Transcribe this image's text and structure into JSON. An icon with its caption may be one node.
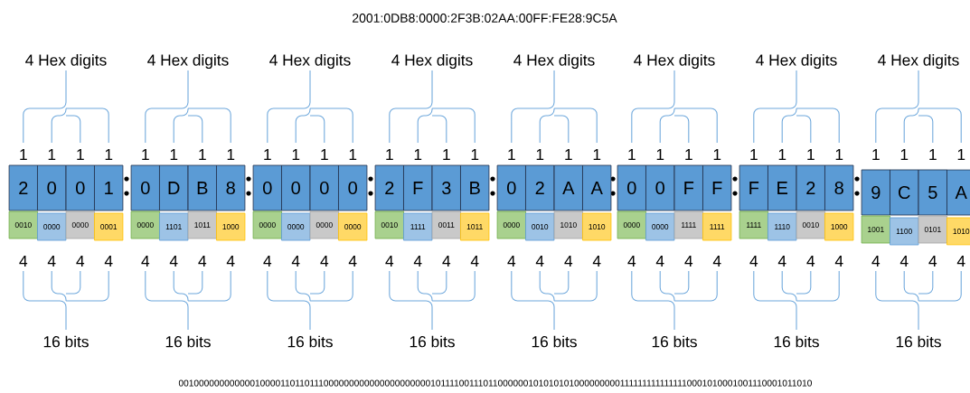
{
  "diagram": {
    "title": "2001:0DB8:0000:2F3B:02AA:00FF:FE28:9C5A",
    "nodes": [
      {
        "text": [
          "2"
        ]
      },
      {
        "text": [
          "0"
        ]
      },
      {
        "text": [
          "0"
        ]
      },
      {
        "text": [
          "1"
        ]
      },
      {
        "text": [
          "0010"
        ]
      },
      {
        "text": [
          "0000"
        ]
      },
      {
        "text": [
          "0000"
        ]
      },
      {
        "text": [
          "0001"
        ]
      },
      {
        "text": [
          "0"
        ]
      },
      {
        "text": [
          "D"
        ]
      },
      {
        "text": [
          "B"
        ]
      },
      {
        "text": [
          "8"
        ]
      },
      {
        "text": [
          "0000"
        ]
      },
      {
        "text": [
          "1101"
        ]
      },
      {
        "text": [
          "1011"
        ]
      },
      {
        "text": [
          "1000"
        ]
      },
      {
        "text": [
          "0"
        ]
      },
      {
        "text": [
          "0"
        ]
      },
      {
        "text": [
          "0"
        ]
      },
      {
        "text": [
          "0"
        ]
      },
      {
        "text": [
          "0000"
        ]
      },
      {
        "text": [
          "0000"
        ]
      },
      {
        "text": [
          "0000"
        ]
      },
      {
        "text": [
          "0000"
        ]
      },
      {
        "text": [
          "2"
        ]
      },
      {
        "text": [
          "F"
        ]
      },
      {
        "text": [
          "3"
        ]
      },
      {
        "text": [
          "B"
        ]
      },
      {
        "text": [
          "0010"
        ]
      },
      {
        "text": [
          "1111"
        ]
      },
      {
        "text": [
          "0011"
        ]
      },
      {
        "text": [
          "1011"
        ]
      },
      {
        "text": [
          "0"
        ]
      },
      {
        "text": [
          "2"
        ]
      },
      {
        "text": [
          "A"
        ]
      },
      {
        "text": [
          "A"
        ]
      },
      {
        "text": [
          "0000"
        ]
      },
      {
        "text": [
          "0010"
        ]
      },
      {
        "text": [
          "1010"
        ]
      },
      {
        "text": [
          "1010"
        ]
      },
      {
        "text": [
          "0"
        ]
      },
      {
        "text": [
          "0"
        ]
      },
      {
        "text": [
          "F"
        ]
      },
      {
        "text": [
          "F"
        ]
      },
      {
        "text": [
          "0000"
        ]
      },
      {
        "text": [
          "0000"
        ]
      },
      {
        "text": [
          "1111"
        ]
      },
      {
        "text": [
          "1111"
        ]
      },
      {
        "text": [
          "F"
        ]
      },
      {
        "text": [
          "E"
        ]
      },
      {
        "text": [
          "2"
        ]
      },
      {
        "text": [
          "8"
        ]
      },
      {
        "text": [
          "1111"
        ]
      },
      {
        "text": [
          "1110"
        ]
      },
      {
        "text": [
          "0010"
        ]
      },
      {
        "text": [
          "1000"
        ]
      },
      {
        "text": [
          "9"
        ]
      },
      {
        "text": [
          "C"
        ]
      },
      {
        "text": [
          "5"
        ]
      },
      {
        "text": [
          "A"
        ]
      },
      {
        "text": [
          "1001"
        ]
      },
      {
        "text": [
          "1100"
        ]
      },
      {
        "text": [
          "0101"
        ]
      },
      {
        "text": [
          "1010"
        ]
      }
    ],
    "labels": [
      "4 Hex digits",
      "4 Hex digits",
      "4 Hex digits",
      "4 Hex digits",
      "4 Hex digits",
      "4 Hex digits",
      "4 Hex digits",
      "4 Hex digits",
      "1",
      "1",
      "1",
      "1",
      "1",
      "1",
      "1",
      "1",
      "1",
      "1",
      "1",
      "1",
      "1",
      "1",
      "1",
      "1",
      "1",
      "1",
      "1",
      "1",
      "1",
      "1",
      "1",
      "1",
      "1",
      "1",
      "1",
      "1",
      "1",
      "1",
      "1",
      "1",
      "4",
      "4",
      "4",
      "4",
      "4",
      "4",
      "4",
      "4",
      "4",
      "4",
      "4",
      "4",
      "4",
      "4",
      "4",
      "4",
      "4",
      "4",
      "4",
      "4",
      "4",
      "4",
      "4",
      "4",
      "4",
      "4",
      "4",
      "4",
      "4",
      "4",
      "4",
      "4",
      "16 bits",
      "16 bits",
      "16 bits",
      "16 bits",
      "16 bits",
      "16 bits",
      "16 bits",
      "16 bits",
      "00100000000000010000110110111000000000000000000000101111001110110000001010101010000000001111111111111110001010001001110001011010"
    ]
  }
}
